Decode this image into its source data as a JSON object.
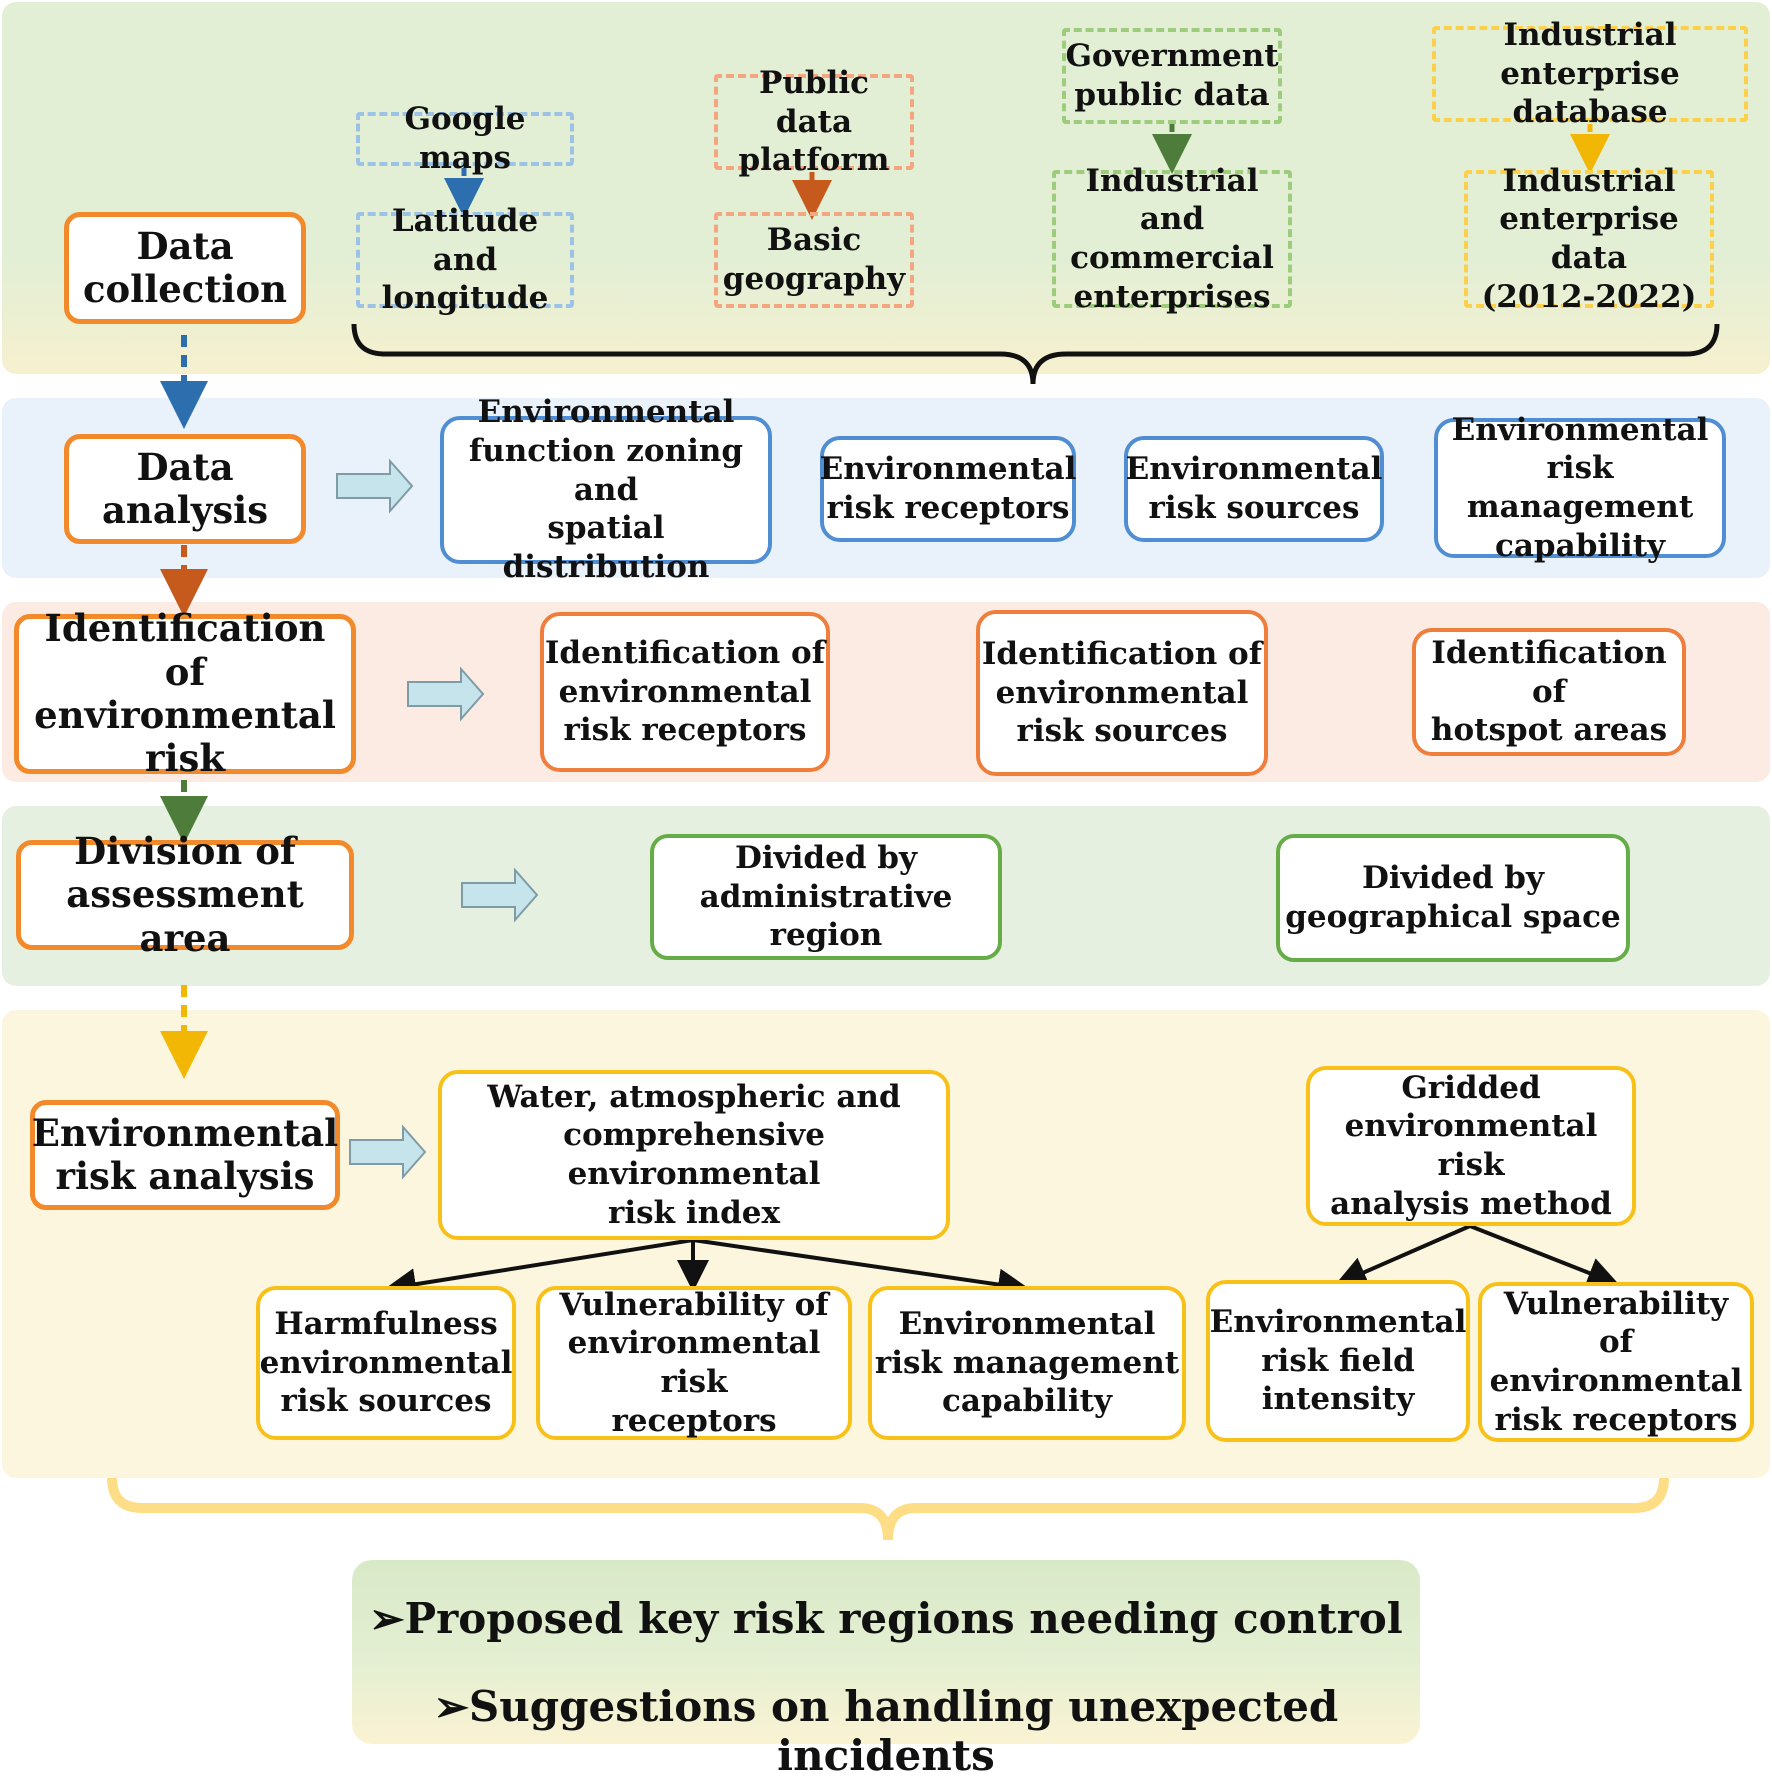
{
  "stages": {
    "data_collection": "Data\ncollection",
    "data_analysis": "Data\nanalysis",
    "identification": "Identification of\nenvironmental\nrisk",
    "division": "Division of\nassessment area",
    "risk_analysis": "Environmental\nrisk analysis"
  },
  "collection": {
    "google_maps": "Google maps",
    "lat_long": "Latitude and\nlongitude",
    "public_platform": "Public data\nplatform",
    "basic_geography": "Basic\ngeography",
    "gov_public_data": "Government\npublic data",
    "industrial_commercial": "Industrial and\ncommercial\nenterprises",
    "industrial_db": "Industrial\nenterprise database",
    "industrial_data": "Industrial\nenterprise data\n(2012-2022)"
  },
  "analysis": {
    "zoning": "Environmental\nfunction zoning and\nspatial distribution",
    "receptors": "Environmental\nrisk receptors",
    "sources": "Environmental\nrisk sources",
    "management": "Environmental\nrisk management\ncapability"
  },
  "identification": {
    "receptors": "Identification of\nenvironmental\nrisk receptors",
    "sources": "Identification of\nenvironmental\nrisk sources",
    "hotspots": "Identification of\nhotspot areas"
  },
  "division": {
    "administrative": "Divided by\nadministrative region",
    "geographical": "Divided by\ngeographical space"
  },
  "risk_analysis": {
    "index": "Water, atmospheric and\ncomprehensive environmental\nrisk index",
    "gridded": "Gridded\nenvironmental risk\nanalysis method",
    "harmfulness": "Harmfulness\nenvironmental\nrisk sources",
    "vulnerability_receptors": "Vulnerability of\nenvironmental risk\nreceptors",
    "management": "Environmental\nrisk management\ncapability",
    "field_intensity": "Environmental\nrisk field\nintensity",
    "vulnerability_receptors_2": "Vulnerability of\nenvironmental\nrisk receptors"
  },
  "conclusions": [
    "➢Proposed key risk regions needing control",
    "➢Suggestions on handling unexpected incidents"
  ],
  "colors": {
    "stage_border": "#f28a2c",
    "blue": "#4f8ed2",
    "orange": "#ef7d3c",
    "green": "#66ad47",
    "yellow": "#f7c11a"
  }
}
